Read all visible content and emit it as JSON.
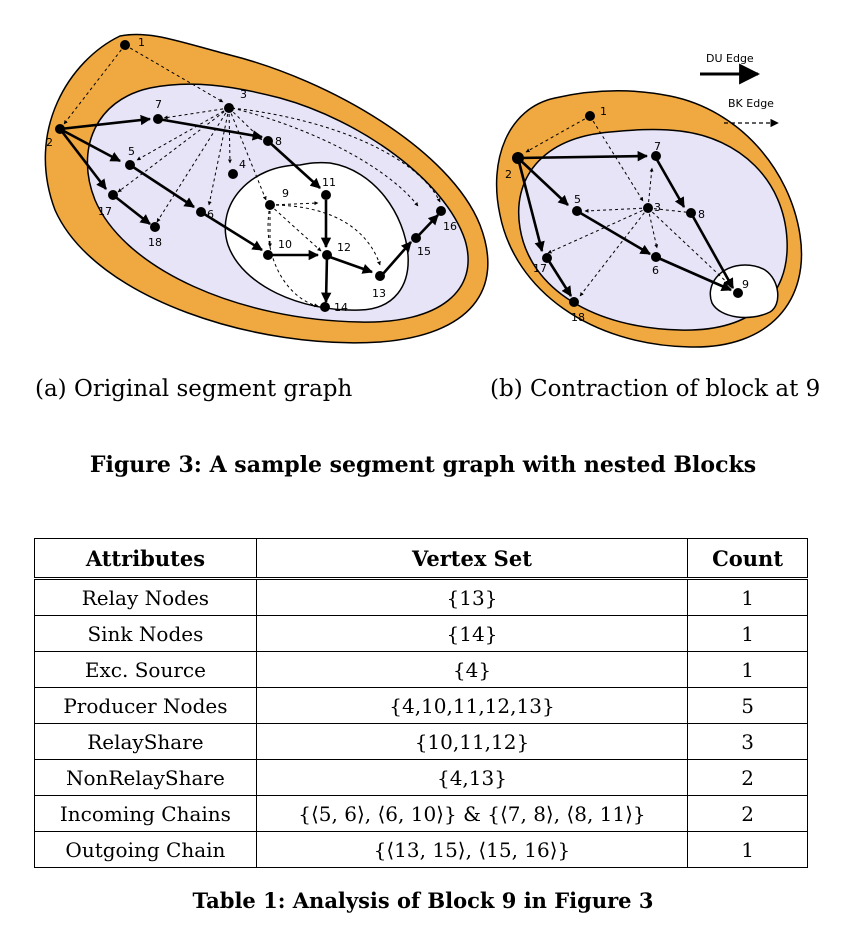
{
  "figure": {
    "subcaption_a": "(a) Original segment graph",
    "subcaption_b": "(b) Contraction of block at 9",
    "caption": "Figure 3: A sample segment graph with nested Blocks",
    "legend": {
      "du_edge": "DU Edge",
      "bk_edge": "BK Edge"
    },
    "colors": {
      "outer": "#f0a840",
      "middle": "#e6e4f6",
      "inner": "#ffffff"
    },
    "graph_a": {
      "nodes": [
        "1",
        "2",
        "3",
        "4",
        "5",
        "6",
        "7",
        "8",
        "9",
        "10",
        "11",
        "12",
        "13",
        "14",
        "15",
        "16",
        "17",
        "18"
      ]
    },
    "graph_b": {
      "nodes": [
        "1",
        "2",
        "3",
        "5",
        "6",
        "7",
        "8",
        "9",
        "17",
        "18"
      ]
    }
  },
  "table": {
    "headers": {
      "attributes": "Attributes",
      "vertex_set": "Vertex Set",
      "count": "Count"
    },
    "rows": [
      {
        "attribute": "Relay Nodes",
        "vertex_set": "{13}",
        "count": "1"
      },
      {
        "attribute": "Sink Nodes",
        "vertex_set": "{14}",
        "count": "1"
      },
      {
        "attribute": "Exc. Source",
        "vertex_set": "{4}",
        "count": "1"
      },
      {
        "attribute": "Producer Nodes",
        "vertex_set": "{4,10,11,12,13}",
        "count": "5"
      },
      {
        "attribute": "RelayShare",
        "vertex_set": "{10,11,12}",
        "count": "3"
      },
      {
        "attribute": "NonRelayShare",
        "vertex_set": "{4,13}",
        "count": "2"
      },
      {
        "attribute": "Incoming Chains",
        "vertex_set": "{⟨5, 6⟩, ⟨6, 10⟩} & {⟨7, 8⟩, ⟨8, 11⟩}",
        "count": "2"
      },
      {
        "attribute": "Outgoing Chain",
        "vertex_set": "{⟨13, 15⟩, ⟨15, 16⟩}",
        "count": "1"
      }
    ],
    "caption": "Table 1: Analysis of Block 9 in Figure 3"
  }
}
